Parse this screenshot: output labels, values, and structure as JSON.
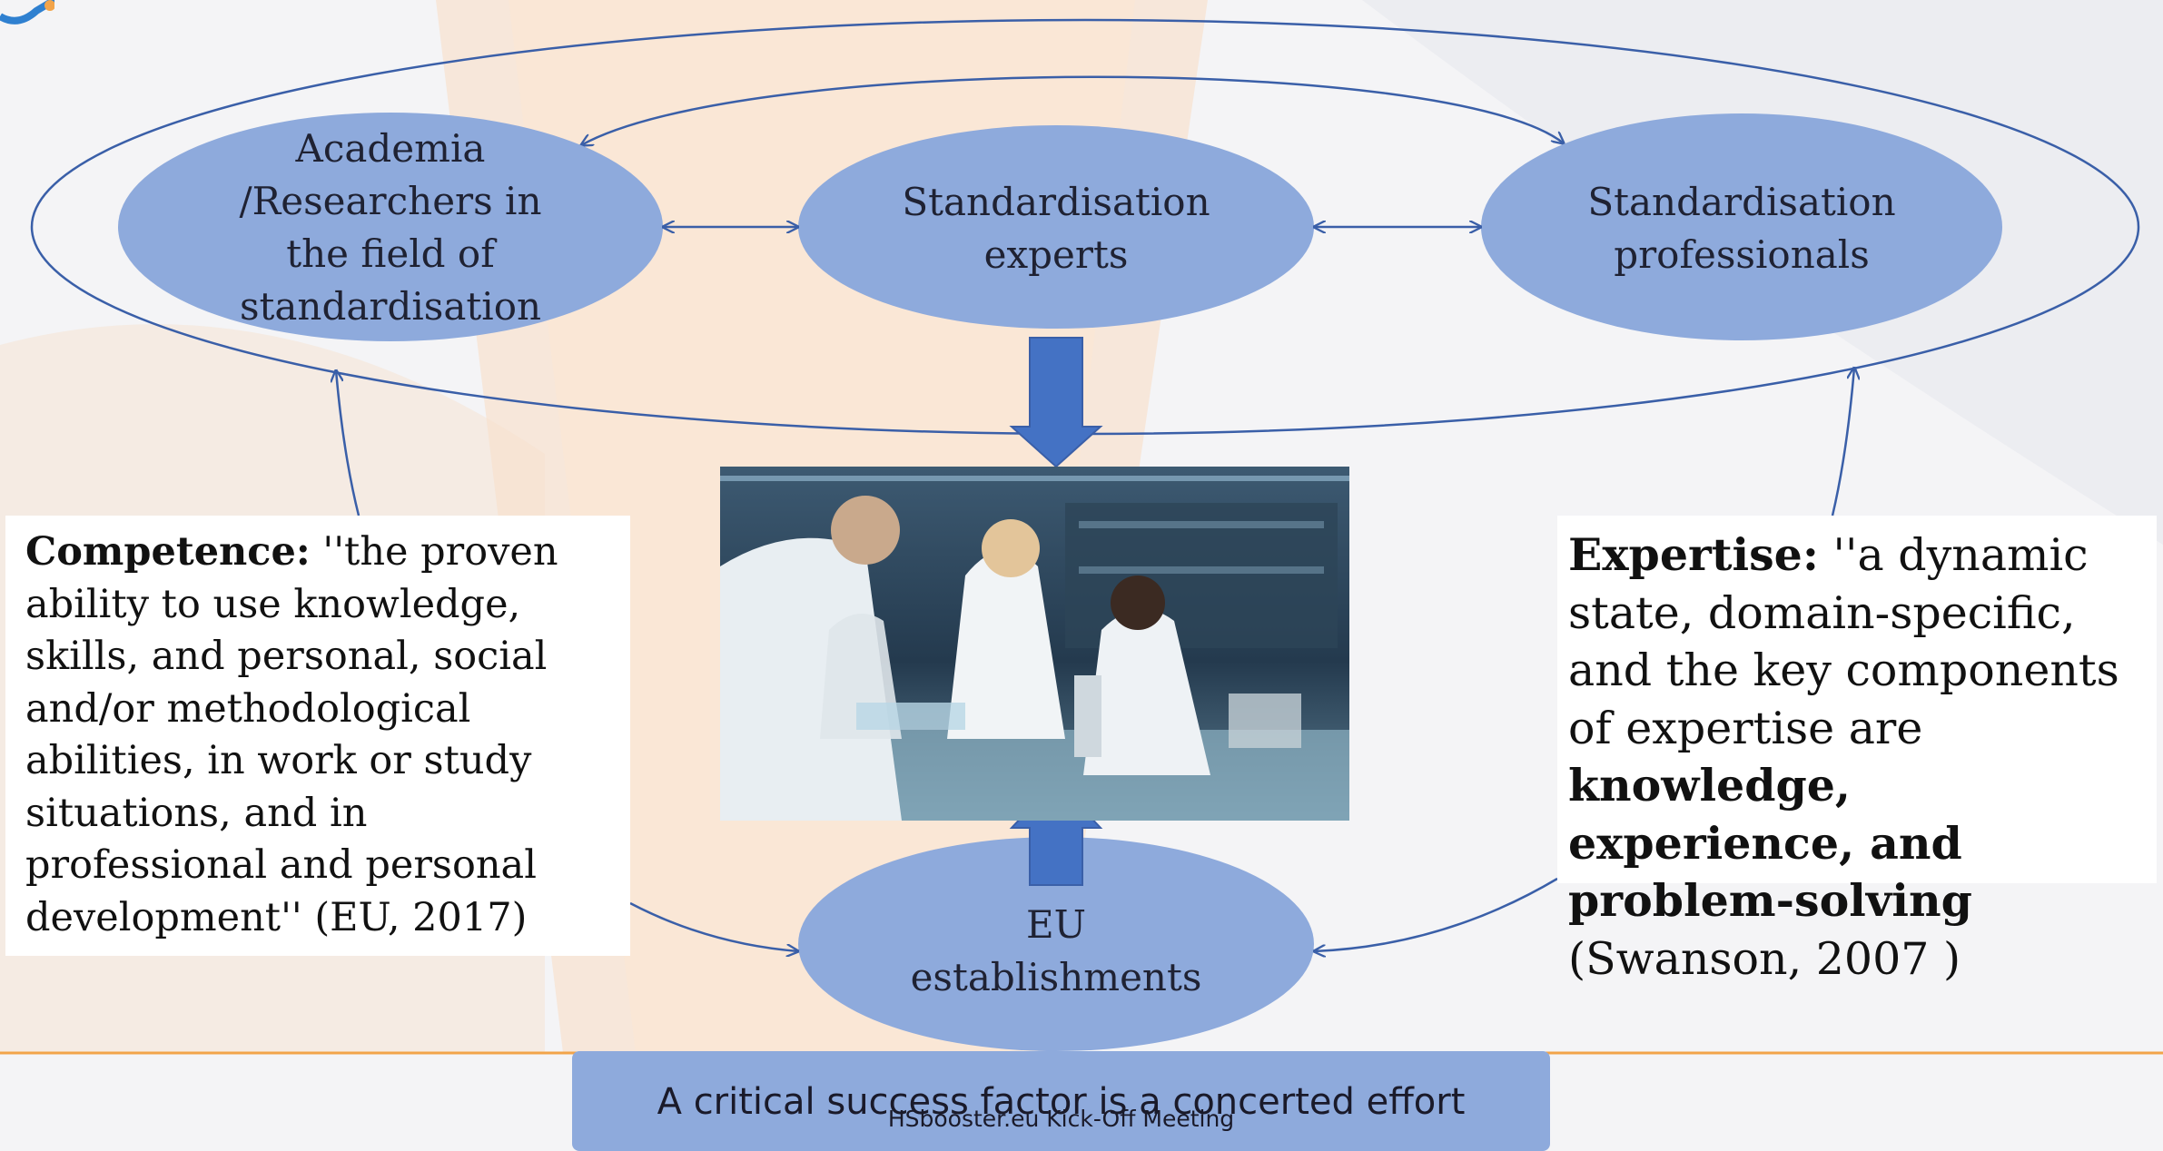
{
  "nodes": {
    "academia": {
      "lines": [
        "Academia",
        "/Researchers  in",
        "the field of",
        "standardisation"
      ]
    },
    "experts": {
      "lines": [
        "Standardisation",
        "experts"
      ]
    },
    "professionals": {
      "lines": [
        "Standardisation",
        "professionals"
      ]
    },
    "eu": {
      "lines": [
        "EU",
        "establishments"
      ]
    }
  },
  "competence": {
    "term": "Competence:",
    "definition": " ''the proven ability to use knowledge, skills, and personal, social and/or methodological abilities, in work or study situations, and in professional and personal development'' (EU, 2017)"
  },
  "expertise": {
    "term": "Expertise:",
    "definition_start": " ''a dynamic state, domain-specific, and the key components of expertise are ",
    "emphasis": "knowledge, experience, and problem-solving",
    "citation": " (Swanson, 2007 )"
  },
  "banner": {
    "text": "A critical success factor is a concerted effort"
  },
  "footer": {
    "text": "HSbooster.eu Kick-Off Meeting"
  },
  "colors": {
    "node_fill": "#8eaadc",
    "connector": "#3a5fa8",
    "block_arrow": "#4472c4",
    "background_accent": "#f2a44a"
  }
}
